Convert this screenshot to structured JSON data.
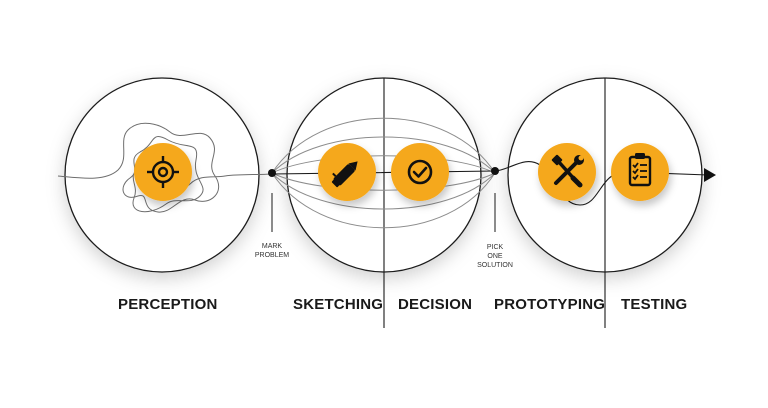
{
  "stages": [
    {
      "id": "perception",
      "label": "PERCEPTION",
      "icon": "target-icon"
    },
    {
      "id": "sketching",
      "label": "SKETCHING",
      "icon": "pen-icon"
    },
    {
      "id": "decision",
      "label": "DECISION",
      "icon": "check-circle-icon"
    },
    {
      "id": "prototyping",
      "label": "PROTOTYPING",
      "icon": "tools-icon"
    },
    {
      "id": "testing",
      "label": "TESTING",
      "icon": "clipboard-checklist-icon"
    }
  ],
  "notes": {
    "mark_problem": [
      "MARK",
      "PROBLEM"
    ],
    "pick_solution": [
      "PICK",
      "ONE",
      "SOLUTION"
    ]
  },
  "colors": {
    "accent": "#F5A81C",
    "line": "#1a1a1a",
    "circle_stroke": "#1a1a1a",
    "curves": "#8c8c8c"
  }
}
